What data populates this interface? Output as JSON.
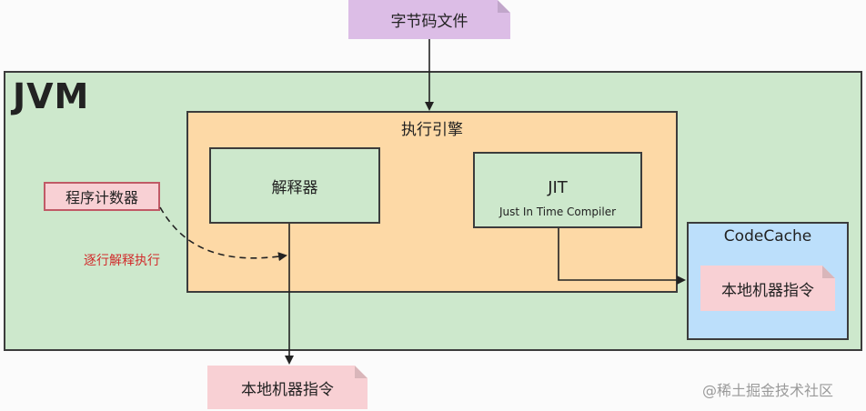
{
  "diagram": {
    "bytecode_file": "字节码文件",
    "jvm_label": "JVM",
    "execution_engine": "执行引擎",
    "interpreter": "解释器",
    "jit_title": "JIT",
    "jit_subtitle": "Just In Time Compiler",
    "code_cache": "CodeCache",
    "native_code_cache": "本地机器指令",
    "native_code_output": "本地机器指令",
    "program_counter": "程序计数器",
    "interpret_line_by_line": "逐行解释执行"
  },
  "watermark": "@稀土掘金技术社区",
  "colors": {
    "jvm_bg": "#cde8cc",
    "engine_bg": "#fdd9a6",
    "cache_bg": "#bcdffb",
    "bytecode_note": "#dcbde6",
    "native_note": "#f8d0d4",
    "annotation_red": "#d12c2c"
  }
}
